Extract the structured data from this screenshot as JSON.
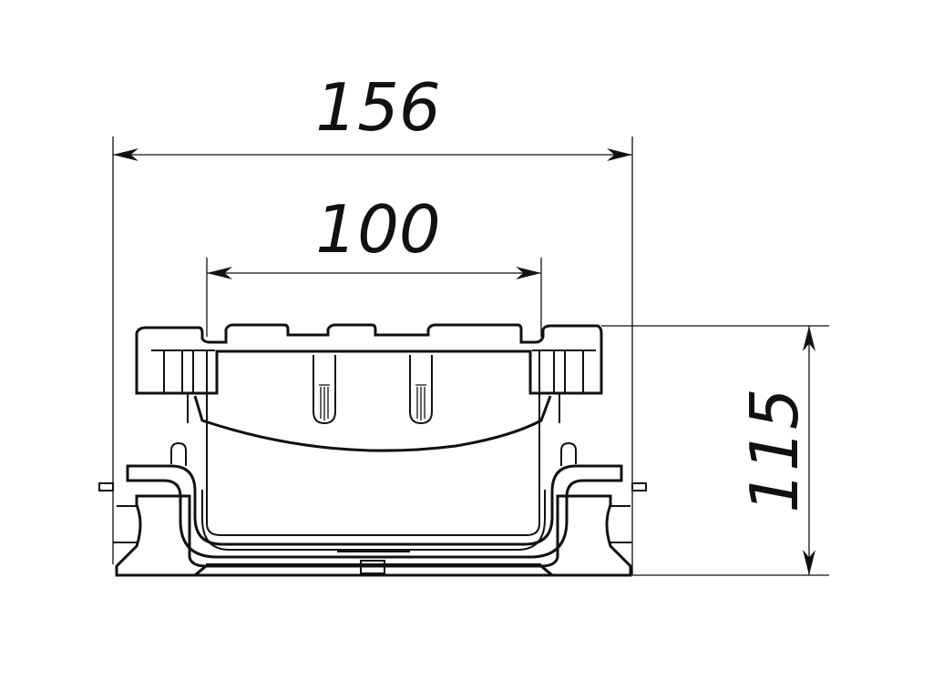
{
  "drawing": {
    "dimensions": [
      {
        "id": "overall-width",
        "value": "156",
        "orientation": "horizontal"
      },
      {
        "id": "inner-width",
        "value": "100",
        "orientation": "horizontal"
      },
      {
        "id": "height",
        "value": "115",
        "orientation": "vertical"
      }
    ],
    "line_color": "#111111"
  }
}
